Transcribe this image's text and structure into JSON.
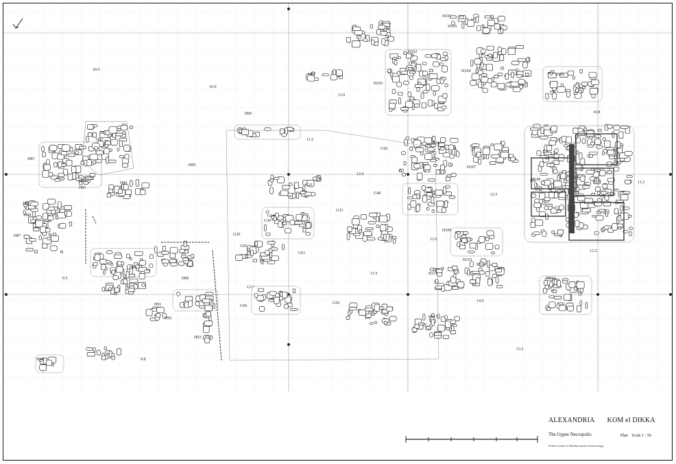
{
  "site": {
    "city": "ALEXANDRIA",
    "place": "KOM el DIKKA",
    "subtitle": "The Upper Necropolis",
    "plan_label": "Plan",
    "scale_label": "Scale 1 : 50",
    "credit": "Polish Centre of Mediterranean Archaeology"
  },
  "north_arrow": {
    "icon": "north-arrow-icon"
  },
  "line_color": "#2b2b2b",
  "grid_color": "#c9c9c9",
  "labels": [
    {
      "t": "H101"
    },
    {
      "t": "H102"
    },
    {
      "t": "H103"
    },
    {
      "t": "H104"
    },
    {
      "t": "H105"
    },
    {
      "t": "H106"
    },
    {
      "t": "H107"
    },
    {
      "t": "H108"
    },
    {
      "t": "H109"
    },
    {
      "t": "H110"
    },
    {
      "t": "H111"
    },
    {
      "t": "H112"
    },
    {
      "t": "H113"
    },
    {
      "t": "H114"
    },
    {
      "t": "H80"
    },
    {
      "t": "H81"
    },
    {
      "t": "H82"
    },
    {
      "t": "H83"
    },
    {
      "t": "H84"
    },
    {
      "t": "H85"
    },
    {
      "t": "H86"
    },
    {
      "t": "H87"
    },
    {
      "t": "H88"
    },
    {
      "t": "H89"
    },
    {
      "t": "H90"
    },
    {
      "t": "H91"
    },
    {
      "t": "H92"
    },
    {
      "t": "H93"
    },
    {
      "t": "H94"
    },
    {
      "t": "H95"
    },
    {
      "t": "H96"
    },
    {
      "t": "H97"
    },
    {
      "t": "H1"
    },
    {
      "t": "H2"
    },
    {
      "t": "H3"
    },
    {
      "t": "H4"
    },
    {
      "t": "H5"
    },
    {
      "t": "G10"
    },
    {
      "t": "G17"
    },
    {
      "t": "G20"
    },
    {
      "t": "G30"
    },
    {
      "t": "G33"
    },
    {
      "t": "G40"
    },
    {
      "t": "G42"
    },
    {
      "t": "G50"
    },
    {
      "t": "G56"
    },
    {
      "t": "G61"
    },
    {
      "t": "G64"
    },
    {
      "t": "G65"
    },
    {
      "t": "G66"
    },
    {
      "t": "10.5"
    },
    {
      "t": "10.0"
    },
    {
      "t": "11.0"
    },
    {
      "t": "11.5"
    },
    {
      "t": "12.0"
    },
    {
      "t": "12.5"
    },
    {
      "t": "13.0"
    },
    {
      "t": "13.5"
    },
    {
      "t": "14.0"
    },
    {
      "t": "10.8"
    },
    {
      "t": "11.2"
    },
    {
      "t": "12.2"
    },
    {
      "t": "13.2"
    },
    {
      "t": "9.5"
    },
    {
      "t": "9.8"
    }
  ]
}
